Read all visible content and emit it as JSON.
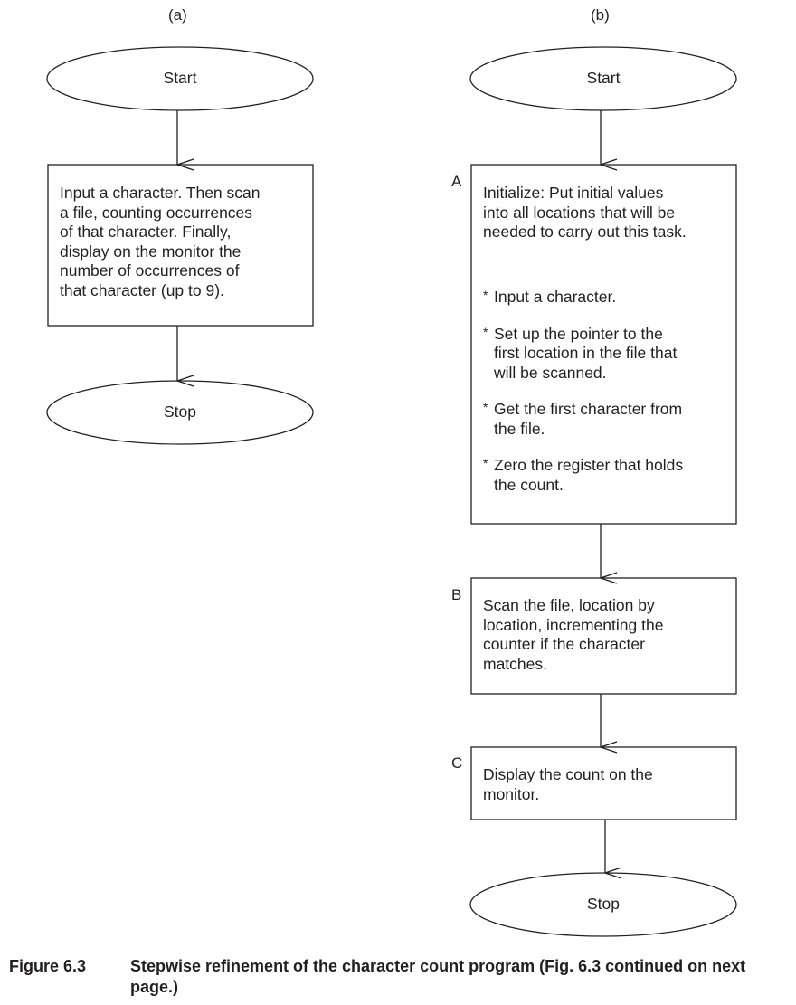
{
  "panel_a": {
    "label": "(a)",
    "start": "Start",
    "process": "Input a character. Then scan\na file, counting occurrences\nof that character. Finally,\ndisplay on the monitor the\nnumber of occurrences of\nthat character (up to 9).",
    "stop": "Stop"
  },
  "panel_b": {
    "label": "(b)",
    "start": "Start",
    "box_a": {
      "tag": "A",
      "intro": "Initialize: Put initial values\ninto all locations that will be\nneeded to carry out this task.",
      "bullet_marker": "*",
      "bullets": [
        "Input a character.",
        "Set up the pointer to the\nfirst location in the file that\nwill be scanned.",
        "Get the first character from\nthe file.",
        "Zero the register that holds\nthe count."
      ]
    },
    "box_b": {
      "tag": "B",
      "text": "Scan the file, location by\nlocation, incrementing the\ncounter if the character\nmatches."
    },
    "box_c": {
      "tag": "C",
      "text": "Display the count on the\nmonitor."
    },
    "stop": "Stop"
  },
  "caption": {
    "number": "Figure 6.3",
    "text": "Stepwise refinement of the character count program (Fig. 6.3 continued on next page.)"
  }
}
